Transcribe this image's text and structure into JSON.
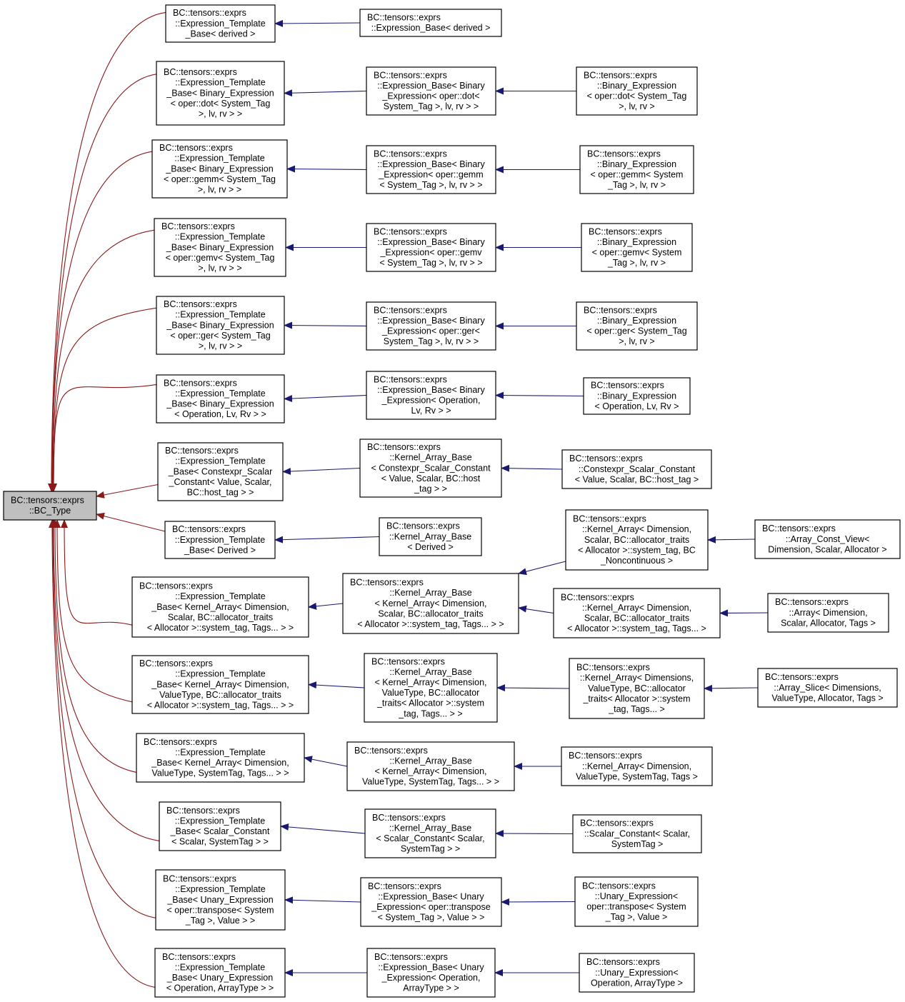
{
  "colors": {
    "node_border": "#000000",
    "node_fill": "#ffffff",
    "root_fill": "#bfbfbf",
    "edge_root": "#8b1a1a",
    "edge_inherit": "#191970"
  },
  "nodes": [
    {
      "id": "root",
      "lines": [
        "BC::tensors::exprs",
        "::BC_Type"
      ]
    },
    {
      "id": "a1",
      "lines": [
        "BC::tensors::exprs",
        "::Expression_Template",
        "_Base< derived >"
      ]
    },
    {
      "id": "b1",
      "lines": [
        "BC::tensors::exprs",
        "::Expression_Base< derived >"
      ]
    },
    {
      "id": "a2",
      "lines": [
        "BC::tensors::exprs",
        "::Expression_Template",
        "_Base< Binary_Expression",
        "< oper::dot< System_Tag",
        ">, lv, rv > >"
      ]
    },
    {
      "id": "b2",
      "lines": [
        "BC::tensors::exprs",
        "::Expression_Base< Binary",
        "_Expression< oper::dot<",
        "System_Tag >, lv, rv > >"
      ]
    },
    {
      "id": "c2",
      "lines": [
        "BC::tensors::exprs",
        "::Binary_Expression",
        "< oper::dot< System_Tag",
        ">, lv, rv >"
      ]
    },
    {
      "id": "a3",
      "lines": [
        "BC::tensors::exprs",
        "::Expression_Template",
        "_Base< Binary_Expression",
        "< oper::gemm< System_Tag",
        ">, lv, rv > >"
      ]
    },
    {
      "id": "b3",
      "lines": [
        "BC::tensors::exprs",
        "::Expression_Base< Binary",
        "_Expression< oper::gemm",
        "< System_Tag >, lv, rv > >"
      ]
    },
    {
      "id": "c3",
      "lines": [
        "BC::tensors::exprs",
        "::Binary_Expression",
        "< oper::gemm< System",
        "_Tag >, lv, rv >"
      ]
    },
    {
      "id": "a4",
      "lines": [
        "BC::tensors::exprs",
        "::Expression_Template",
        "_Base< Binary_Expression",
        "< oper::gemv< System_Tag",
        ">, lv, rv > >"
      ]
    },
    {
      "id": "b4",
      "lines": [
        "BC::tensors::exprs",
        "::Expression_Base< Binary",
        "_Expression< oper::gemv",
        "< System_Tag >, lv, rv > >"
      ]
    },
    {
      "id": "c4",
      "lines": [
        "BC::tensors::exprs",
        "::Binary_Expression",
        "< oper::gemv< System",
        "_Tag >, lv, rv >"
      ]
    },
    {
      "id": "a5",
      "lines": [
        "BC::tensors::exprs",
        "::Expression_Template",
        "_Base< Binary_Expression",
        "< oper::ger< System_Tag",
        ">, lv, rv > >"
      ]
    },
    {
      "id": "b5",
      "lines": [
        "BC::tensors::exprs",
        "::Expression_Base< Binary",
        "_Expression< oper::ger<",
        "System_Tag >, lv, rv > >"
      ]
    },
    {
      "id": "c5",
      "lines": [
        "BC::tensors::exprs",
        "::Binary_Expression",
        "< oper::ger< System_Tag",
        ">, lv, rv >"
      ]
    },
    {
      "id": "a6",
      "lines": [
        "BC::tensors::exprs",
        "::Expression_Template",
        "_Base< Binary_Expression",
        "< Operation, Lv, Rv > >"
      ]
    },
    {
      "id": "b6",
      "lines": [
        "BC::tensors::exprs",
        "::Expression_Base< Binary",
        "_Expression< Operation,",
        "Lv, Rv > >"
      ]
    },
    {
      "id": "c6",
      "lines": [
        "BC::tensors::exprs",
        "::Binary_Expression",
        "< Operation, Lv, Rv >"
      ]
    },
    {
      "id": "a7",
      "lines": [
        "BC::tensors::exprs",
        "::Expression_Template",
        "_Base< Constexpr_Scalar",
        "_Constant< Value, Scalar,",
        "BC::host_tag > >"
      ]
    },
    {
      "id": "b7",
      "lines": [
        "BC::tensors::exprs",
        "::Kernel_Array_Base",
        "< Constexpr_Scalar_Constant",
        "< Value, Scalar, BC::host",
        "_tag > >"
      ]
    },
    {
      "id": "c7",
      "lines": [
        "BC::tensors::exprs",
        "::Constexpr_Scalar_Constant",
        "< Value, Scalar, BC::host_tag >"
      ]
    },
    {
      "id": "a8",
      "lines": [
        "BC::tensors::exprs",
        "::Expression_Template",
        "_Base< Derived >"
      ]
    },
    {
      "id": "b8",
      "lines": [
        "BC::tensors::exprs",
        "::Kernel_Array_Base",
        "< Derived >"
      ]
    },
    {
      "id": "a9",
      "lines": [
        "BC::tensors::exprs",
        "::Expression_Template",
        "_Base< Kernel_Array< Dimension,",
        "Scalar, BC::allocator_traits",
        "< Allocator >::system_tag, Tags... > >"
      ]
    },
    {
      "id": "b9",
      "lines": [
        "BC::tensors::exprs",
        "::Kernel_Array_Base",
        "< Kernel_Array< Dimension,",
        "Scalar, BC::allocator_traits",
        "< Allocator >::system_tag, Tags... > >"
      ]
    },
    {
      "id": "c9a",
      "lines": [
        "BC::tensors::exprs",
        "::Kernel_Array< Dimension,",
        "Scalar, BC::allocator_traits",
        "< Allocator >::system_tag, BC",
        "_Noncontinuous >"
      ]
    },
    {
      "id": "d9a",
      "lines": [
        "BC::tensors::exprs",
        "::Array_Const_View<",
        "Dimension, Scalar, Allocator >"
      ]
    },
    {
      "id": "c9b",
      "lines": [
        "BC::tensors::exprs",
        "::Kernel_Array< Dimension,",
        "Scalar, BC::allocator_traits",
        "< Allocator >::system_tag, Tags... >"
      ]
    },
    {
      "id": "d9b",
      "lines": [
        "BC::tensors::exprs",
        "::Array< Dimension,",
        "Scalar, Allocator, Tags >"
      ]
    },
    {
      "id": "a10",
      "lines": [
        "BC::tensors::exprs",
        "::Expression_Template",
        "_Base< Kernel_Array< Dimension,",
        "ValueType, BC::allocator_traits",
        "< Allocator >::system_tag, Tags... > >"
      ]
    },
    {
      "id": "b10",
      "lines": [
        "BC::tensors::exprs",
        "::Kernel_Array_Base",
        "< Kernel_Array< Dimension,",
        "ValueType, BC::allocator",
        "_traits< Allocator >::system",
        "_tag, Tags... > >"
      ]
    },
    {
      "id": "c10",
      "lines": [
        "BC::tensors::exprs",
        "::Kernel_Array< Dimensions,",
        "ValueType, BC::allocator",
        "_traits< Allocator >::system",
        "_tag, Tags... >"
      ]
    },
    {
      "id": "d10",
      "lines": [
        "BC::tensors::exprs",
        "::Array_Slice< Dimensions,",
        "ValueType, Allocator, Tags >"
      ]
    },
    {
      "id": "a11",
      "lines": [
        "BC::tensors::exprs",
        "::Expression_Template",
        "_Base< Kernel_Array< Dimension,",
        "ValueType, SystemTag, Tags... > >"
      ]
    },
    {
      "id": "b11",
      "lines": [
        "BC::tensors::exprs",
        "::Kernel_Array_Base",
        "< Kernel_Array< Dimension,",
        "ValueType, SystemTag, Tags... > >"
      ]
    },
    {
      "id": "c11",
      "lines": [
        "BC::tensors::exprs",
        "::Kernel_Array< Dimension,",
        "ValueType, SystemTag, Tags >"
      ]
    },
    {
      "id": "a12",
      "lines": [
        "BC::tensors::exprs",
        "::Expression_Template",
        "_Base< Scalar_Constant",
        "< Scalar, SystemTag > >"
      ]
    },
    {
      "id": "b12",
      "lines": [
        "BC::tensors::exprs",
        "::Kernel_Array_Base",
        "< Scalar_Constant< Scalar,",
        "SystemTag > >"
      ]
    },
    {
      "id": "c12",
      "lines": [
        "BC::tensors::exprs",
        "::Scalar_Constant< Scalar,",
        "SystemTag >"
      ]
    },
    {
      "id": "a13",
      "lines": [
        "BC::tensors::exprs",
        "::Expression_Template",
        "_Base< Unary_Expression",
        "< oper::transpose< System",
        "_Tag >, Value > >"
      ]
    },
    {
      "id": "b13",
      "lines": [
        "BC::tensors::exprs",
        "::Expression_Base< Unary",
        "_Expression< oper::transpose",
        "< System_Tag >, Value > >"
      ]
    },
    {
      "id": "c13",
      "lines": [
        "BC::tensors::exprs",
        "::Unary_Expression<",
        "oper::transpose< System",
        "_Tag >, Value >"
      ]
    },
    {
      "id": "a14",
      "lines": [
        "BC::tensors::exprs",
        "::Expression_Template",
        "_Base< Unary_Expression",
        "< Operation, ArrayType > >"
      ]
    },
    {
      "id": "b14",
      "lines": [
        "BC::tensors::exprs",
        "::Expression_Base< Unary",
        "_Expression< Operation,",
        "ArrayType > >"
      ]
    },
    {
      "id": "c14",
      "lines": [
        "BC::tensors::exprs",
        "::Unary_Expression<",
        "Operation, ArrayType >"
      ]
    }
  ],
  "edges": [
    {
      "from": "a1",
      "to": "root"
    },
    {
      "from": "a2",
      "to": "root"
    },
    {
      "from": "a3",
      "to": "root"
    },
    {
      "from": "a4",
      "to": "root"
    },
    {
      "from": "a5",
      "to": "root"
    },
    {
      "from": "a6",
      "to": "root"
    },
    {
      "from": "a7",
      "to": "root"
    },
    {
      "from": "a8",
      "to": "root"
    },
    {
      "from": "a9",
      "to": "root"
    },
    {
      "from": "a10",
      "to": "root"
    },
    {
      "from": "a11",
      "to": "root"
    },
    {
      "from": "a12",
      "to": "root"
    },
    {
      "from": "a13",
      "to": "root"
    },
    {
      "from": "a14",
      "to": "root"
    },
    {
      "from": "b1",
      "to": "a1"
    },
    {
      "from": "b2",
      "to": "a2"
    },
    {
      "from": "c2",
      "to": "b2"
    },
    {
      "from": "b3",
      "to": "a3"
    },
    {
      "from": "c3",
      "to": "b3"
    },
    {
      "from": "b4",
      "to": "a4"
    },
    {
      "from": "c4",
      "to": "b4"
    },
    {
      "from": "b5",
      "to": "a5"
    },
    {
      "from": "c5",
      "to": "b5"
    },
    {
      "from": "b6",
      "to": "a6"
    },
    {
      "from": "c6",
      "to": "b6"
    },
    {
      "from": "b7",
      "to": "a7"
    },
    {
      "from": "c7",
      "to": "b7"
    },
    {
      "from": "b8",
      "to": "a8"
    },
    {
      "from": "b9",
      "to": "a9"
    },
    {
      "from": "c9a",
      "to": "b9"
    },
    {
      "from": "d9a",
      "to": "c9a"
    },
    {
      "from": "c9b",
      "to": "b9"
    },
    {
      "from": "d9b",
      "to": "c9b"
    },
    {
      "from": "b10",
      "to": "a10"
    },
    {
      "from": "c10",
      "to": "b10"
    },
    {
      "from": "d10",
      "to": "c10"
    },
    {
      "from": "b11",
      "to": "a11"
    },
    {
      "from": "c11",
      "to": "b11"
    },
    {
      "from": "b12",
      "to": "a12"
    },
    {
      "from": "c12",
      "to": "b12"
    },
    {
      "from": "b13",
      "to": "a13"
    },
    {
      "from": "c13",
      "to": "b13"
    },
    {
      "from": "b14",
      "to": "a14"
    },
    {
      "from": "c14",
      "to": "b14"
    }
  ]
}
